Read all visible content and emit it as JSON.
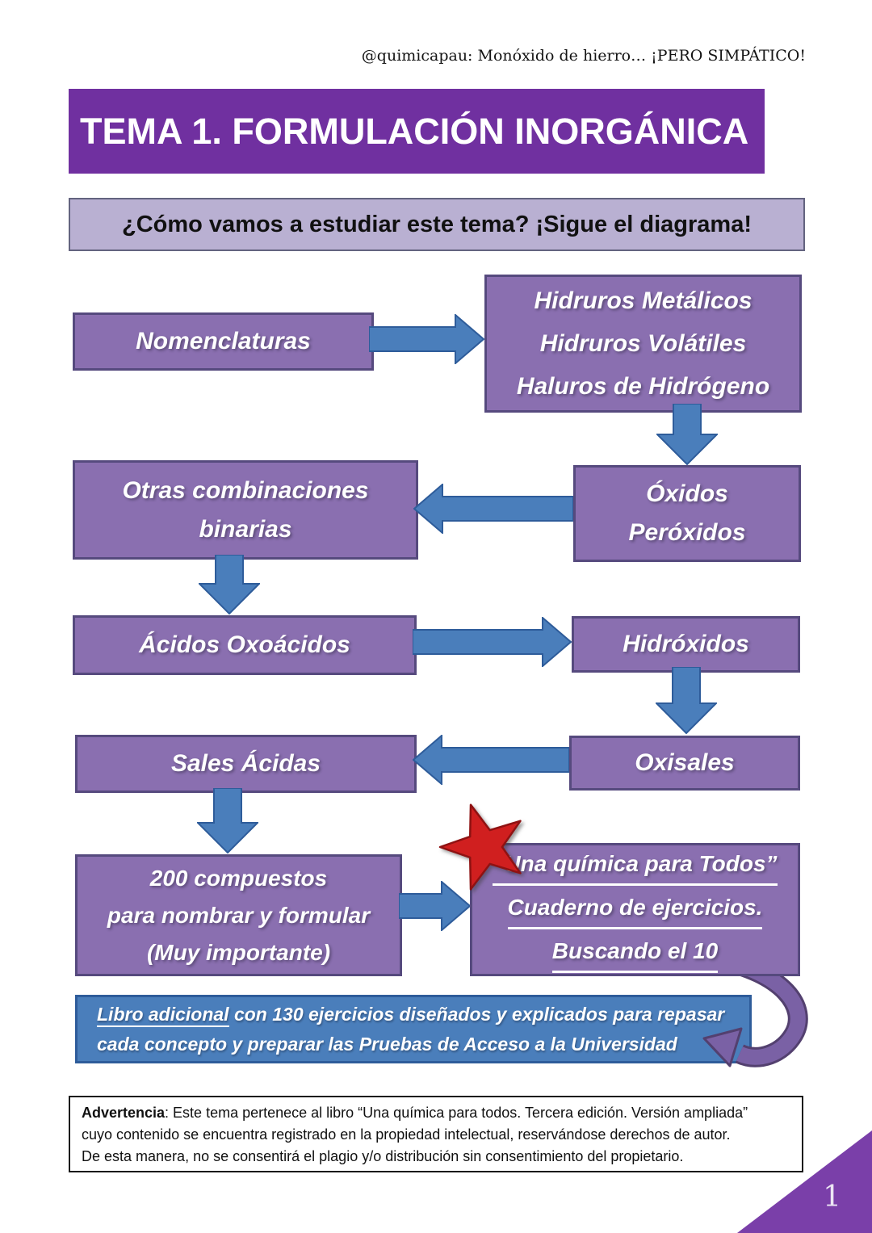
{
  "page": {
    "header_note": "@quimicapau: Monóxido de hierro… ¡PERO SIMPÁTICO!",
    "page_number": "1"
  },
  "title_banner": {
    "text": "TEMA 1. FORMULACIÓN INORGÁNICA"
  },
  "subtitle_box": {
    "text": "¿Cómo vamos a estudiar este tema? ¡Sigue el diagrama!"
  },
  "flowchart": {
    "nomenclaturas": {
      "lines": [
        "Nomenclaturas"
      ]
    },
    "hidruros": {
      "lines": [
        "Hidruros Metálicos",
        "Hidruros Volátiles",
        "Haluros de Hidrógeno"
      ]
    },
    "otras_combinaciones": {
      "lines": [
        "Otras combinaciones",
        "binarias"
      ]
    },
    "oxidos": {
      "lines": [
        "Óxidos",
        "Peróxidos"
      ]
    },
    "acidos_oxoacidos": {
      "lines": [
        "Ácidos Oxoácidos"
      ]
    },
    "hidroxidos": {
      "lines": [
        "Hidróxidos"
      ]
    },
    "sales_acidas": {
      "lines": [
        "Sales Ácidas"
      ]
    },
    "oxisales": {
      "lines": [
        "Oxisales"
      ]
    },
    "compuestos": {
      "lines": [
        "200 compuestos",
        "para nombrar y formular",
        "(Muy importante)"
      ]
    },
    "cuaderno": {
      "lines": [
        "“Una química para Todos”",
        "Cuaderno de ejercicios.",
        "Buscando el 10"
      ]
    }
  },
  "libro_box": {
    "underlined": "Libro adicional",
    "line1_rest": " con 130 ejercicios diseñados y explicados para repasar",
    "line2": "cada concepto y preparar las Pruebas de Acceso a la Universidad"
  },
  "warning_box": {
    "bold": "Advertencia",
    "line1_rest": ": Este tema pertenece al libro “Una química para todos. Tercera edición. Versión ampliada”",
    "line2": "cuyo contenido se encuentra registrado en la propiedad intelectual, reservándose derechos de autor.",
    "line3": "De esta manera, no se consentirá el plagio y/o distribución sin consentimiento del propietario."
  },
  "colors": {
    "banner_purple": "#7030a0",
    "flow_box_purple": "#8a6fb0",
    "flow_box_border": "#564a7e",
    "arrow_blue": "#4a7ebb",
    "arrow_blue_border": "#2e5c9a",
    "subtitle_bg": "#b9b0d2",
    "libro_box_blue": "#4a7ebb",
    "star_red": "#d01f1f",
    "curved_arrow_purple": "#7a61a5",
    "corner_triangle_purple": "#7a3fa9"
  }
}
